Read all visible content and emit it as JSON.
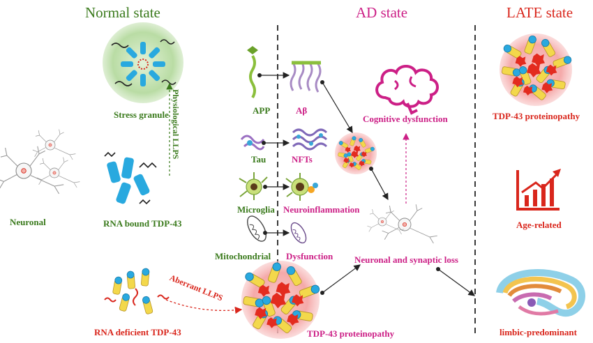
{
  "headers": {
    "normal": "Normal state",
    "ad": "AD state",
    "late": "LATE state"
  },
  "normal": {
    "stress_granule": "Stress granule",
    "physiological_llps": "Physiological LLPS",
    "neuronal": "Neuronal",
    "rna_bound": "RNA bound TDP-43",
    "rna_deficient": "RNA deficient TDP-43",
    "aberrant_llps": "Aberrant LLPS"
  },
  "ad": {
    "app": "APP",
    "abeta": "Aβ",
    "tau": "Tau",
    "nfts": "NFTs",
    "microglia": "Microglia",
    "neuroinflammation": "Neuroinflammation",
    "mitochondrial": "Mitochondrial",
    "dysfunction": "Dysfunction",
    "cognitive": "Cognitive dysfunction",
    "neuronal_loss": "Neuronal and synaptic loss",
    "proteinopathy": "TDP-43 proteinopathy"
  },
  "late": {
    "proteinopathy": "TDP-43 proteinopathy",
    "age_related": "Age-related",
    "limbic": "limbic-predominant"
  },
  "colors": {
    "green": "#3a7a1c",
    "magenta": "#cc1f86",
    "red": "#d9261c",
    "cyan": "#29a9df",
    "yellow": "#f3d84b",
    "pink_glow": "#f7b3b3",
    "green_glow": "#c9e6b8"
  }
}
